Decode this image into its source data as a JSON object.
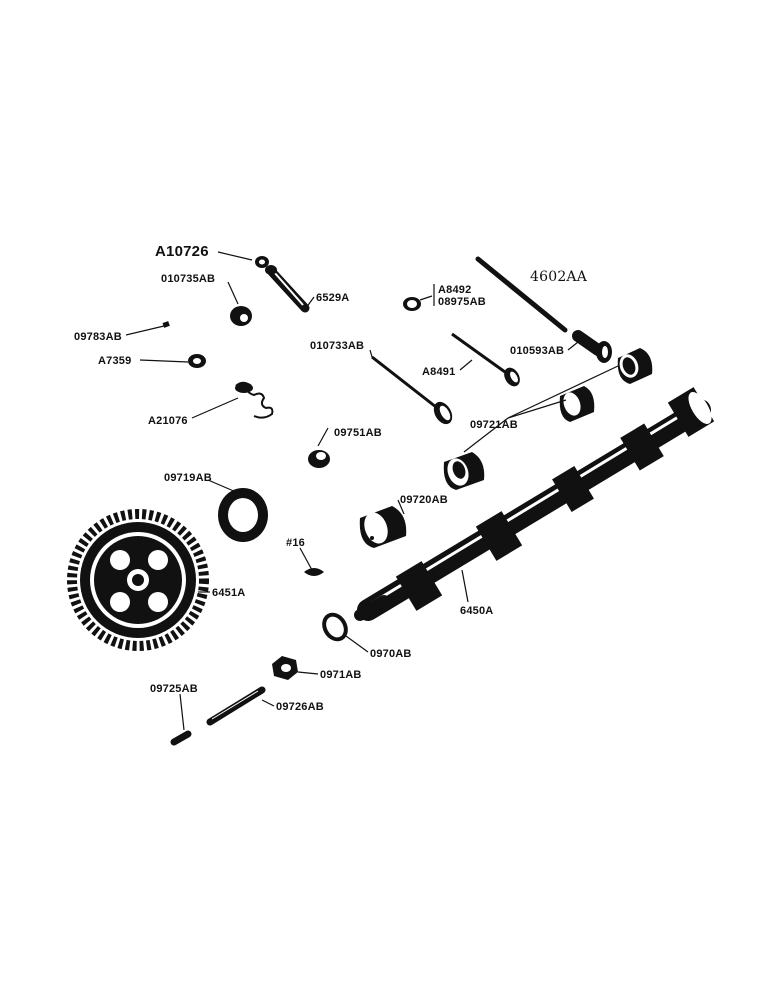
{
  "parts": [
    {
      "key": "a10726",
      "label": "A10726"
    },
    {
      "key": "p4602aa",
      "label": "4602AA"
    },
    {
      "key": "p010735ab",
      "label": "010735AB"
    },
    {
      "key": "p6529a",
      "label": "6529A"
    },
    {
      "key": "a8492",
      "label": "A8492"
    },
    {
      "key": "p08975ab",
      "label": "08975AB"
    },
    {
      "key": "p09783ab",
      "label": "09783AB"
    },
    {
      "key": "p010733ab",
      "label": "010733AB"
    },
    {
      "key": "p010593ab",
      "label": "010593AB"
    },
    {
      "key": "a7359",
      "label": "A7359"
    },
    {
      "key": "a8491",
      "label": "A8491"
    },
    {
      "key": "a21076",
      "label": "A21076"
    },
    {
      "key": "p09751ab",
      "label": "09751AB"
    },
    {
      "key": "p09721ab",
      "label": "09721AB"
    },
    {
      "key": "p09719ab",
      "label": "09719AB"
    },
    {
      "key": "p09720ab",
      "label": "09720AB"
    },
    {
      "key": "p16",
      "label": "#16"
    },
    {
      "key": "p6451a",
      "label": "6451A"
    },
    {
      "key": "p6450a",
      "label": "6450A"
    },
    {
      "key": "p0970ab",
      "label": "0970AB"
    },
    {
      "key": "p0971ab",
      "label": "0971AB"
    },
    {
      "key": "p09725ab",
      "label": "09725AB"
    },
    {
      "key": "p09726ab",
      "label": "09726AB"
    }
  ],
  "colors": {
    "ink": "#111111",
    "paper": "#ffffff"
  }
}
